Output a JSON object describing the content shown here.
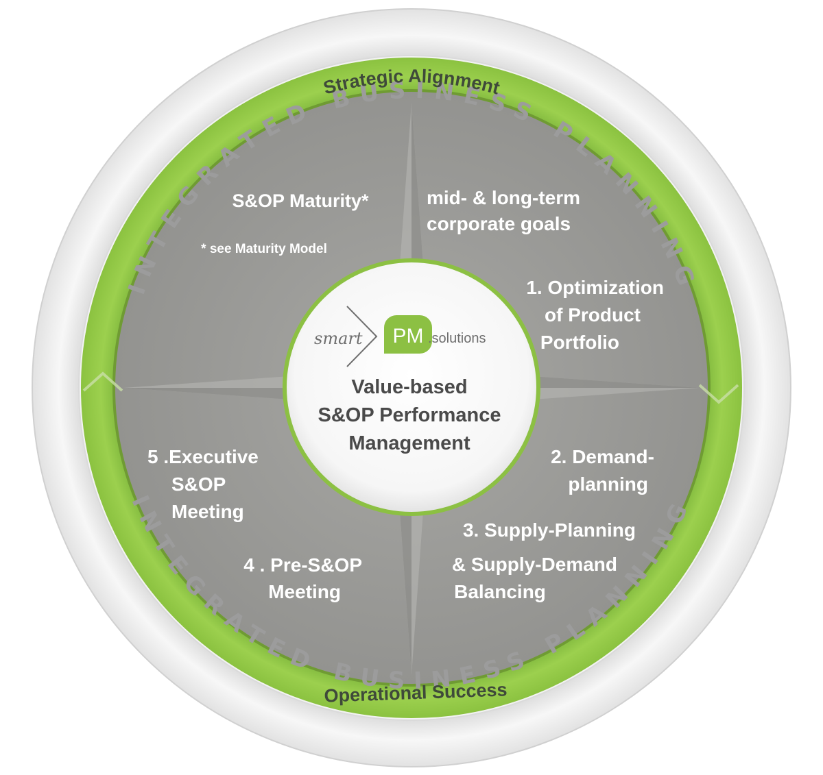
{
  "colors": {
    "green": "#8dc63f",
    "green_dark": "#6fa82a",
    "gray_disc": "#9b9b98",
    "outer_ring": "#eeeeee",
    "center_text": "#4a4a4a"
  },
  "outer_ring": {
    "top_text": "INTEGRATED BUSINESS PLANNING",
    "bottom_text": "INTEGRATED BUSINESS PLANNING"
  },
  "green_ring": {
    "top_label": "Strategic Alignment",
    "bottom_label": "Operational Success"
  },
  "segments": {
    "maturity_title": "S&OP Maturity*",
    "maturity_note": "* see Maturity Model",
    "goals_line1": "mid- & long-term",
    "goals_line2": "corporate goals",
    "step1_line1": "1. Optimization",
    "step1_line2": "of Product",
    "step1_line3": "Portfolio",
    "step2_line1": "2. Demand-",
    "step2_line2": "planning",
    "step3_line1": "3. Supply-Planning",
    "step3_line2": "& Supply-Demand",
    "step3_line3": "Balancing",
    "step4_line1": "4 . Pre-S&OP",
    "step4_line2": "Meeting",
    "step5_line1": "5 .Executive",
    "step5_line2": "S&OP",
    "step5_line3": "Meeting"
  },
  "center": {
    "logo_smart": "smart",
    "logo_pm": "PM",
    "logo_solutions": ".solutions",
    "title_line1": "Value-based",
    "title_line2": "S&OP Performance",
    "title_line3": "Management"
  }
}
